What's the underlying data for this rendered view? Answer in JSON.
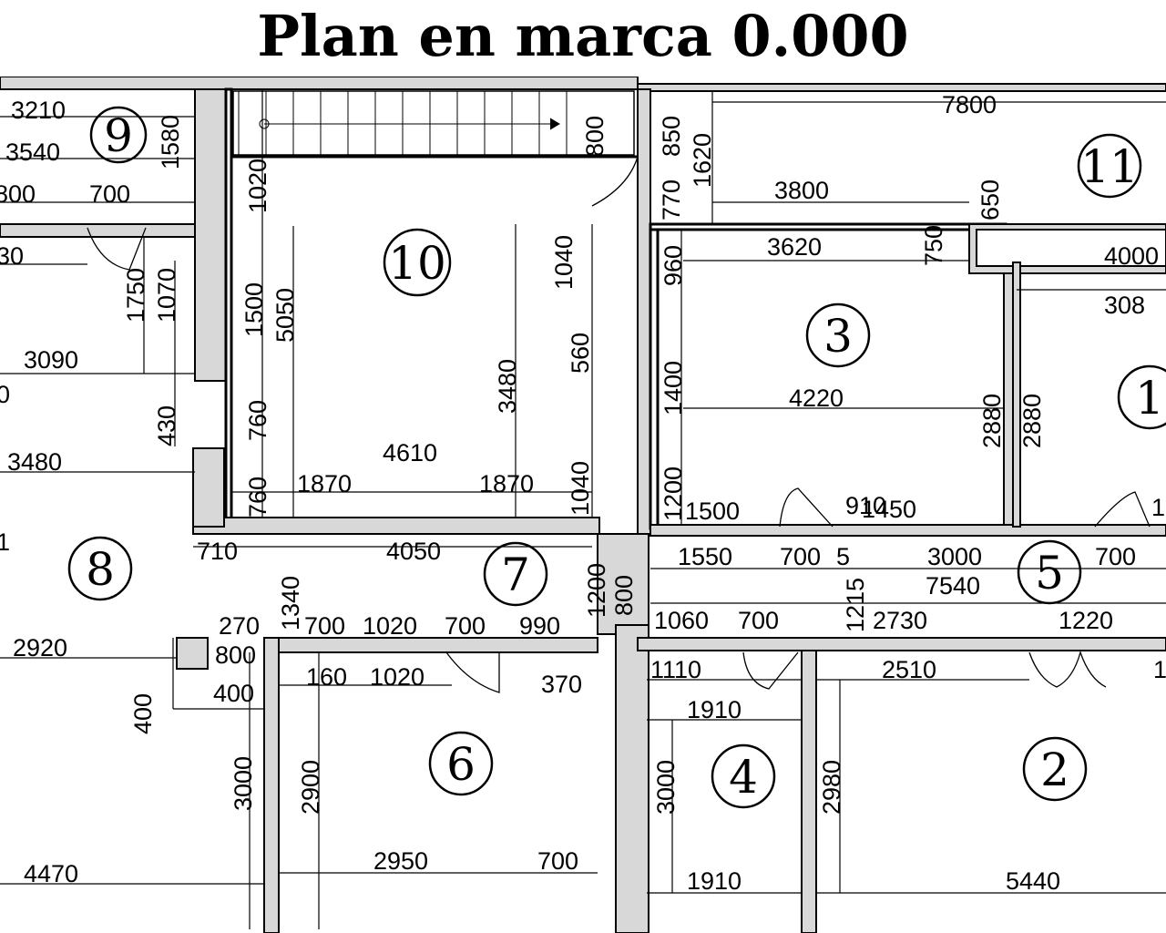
{
  "title": "Plan en marca 0.000",
  "rooms": {
    "r1": "1",
    "r2": "2",
    "r3": "3",
    "r4": "4",
    "r5": "5",
    "r6": "6",
    "r7": "7",
    "r8": "8",
    "r9": "9",
    "r10": "10",
    "r11": "11"
  },
  "dimensions": {
    "d3210": "3210",
    "d3540": "3540",
    "d800a": "800",
    "d700a": "700",
    "d1580": "1580",
    "d30": "30",
    "d1750": "1750",
    "d1070": "1070",
    "d3090": "3090",
    "d0": "0",
    "d430": "430",
    "d3480a": "3480",
    "d1020a": "1020",
    "d1500a": "1500",
    "d5050": "5050",
    "d760a": "760",
    "d760b": "760",
    "d4610": "4610",
    "d1870a": "1870",
    "d1870b": "1870",
    "d3480b": "3480",
    "d1040a": "1040",
    "d560": "560",
    "d1040b": "1040",
    "d800b": "800",
    "d850": "850",
    "d1620": "1620",
    "d770": "770",
    "d7800": "7800",
    "d3800": "3800",
    "d650": "650",
    "d3620": "3620",
    "d960": "960",
    "d750": "750",
    "d4000": "4000",
    "d308": "308",
    "d1400": "1400",
    "d4220": "4220",
    "d2880a": "2880",
    "d2880b": "2880",
    "d1200a": "1200",
    "d1500b": "1500",
    "d1450": "1450",
    "d910": "910",
    "d1a": "1",
    "d710": "710",
    "d4050": "4050",
    "d1340": "1340",
    "d1200b": "1200",
    "d800c": "800",
    "d1550": "1550",
    "d700b": "700",
    "d5": "5",
    "d3000a": "3000",
    "d700c": "700",
    "d7540": "7540",
    "d1215": "1215",
    "d2920": "2920",
    "d270": "270",
    "d700d": "700",
    "d1020b": "1020",
    "d700e": "700",
    "d990": "990",
    "d1060": "1060",
    "d700f": "700",
    "d2730": "2730",
    "d1220": "1220",
    "d800d": "800",
    "d160": "160",
    "d1020c": "1020",
    "d370": "370",
    "d1110": "1110",
    "d2510": "2510",
    "d1b": "1",
    "d400a": "400",
    "d400b": "400",
    "d1910a": "1910",
    "d3000b": "3000",
    "d2900": "2900",
    "d3000c": "3000",
    "d2980": "2980",
    "d4470": "4470",
    "d2950": "2950",
    "d700g": "700",
    "d1910b": "1910",
    "d5440": "5440",
    "d1c": "1"
  }
}
